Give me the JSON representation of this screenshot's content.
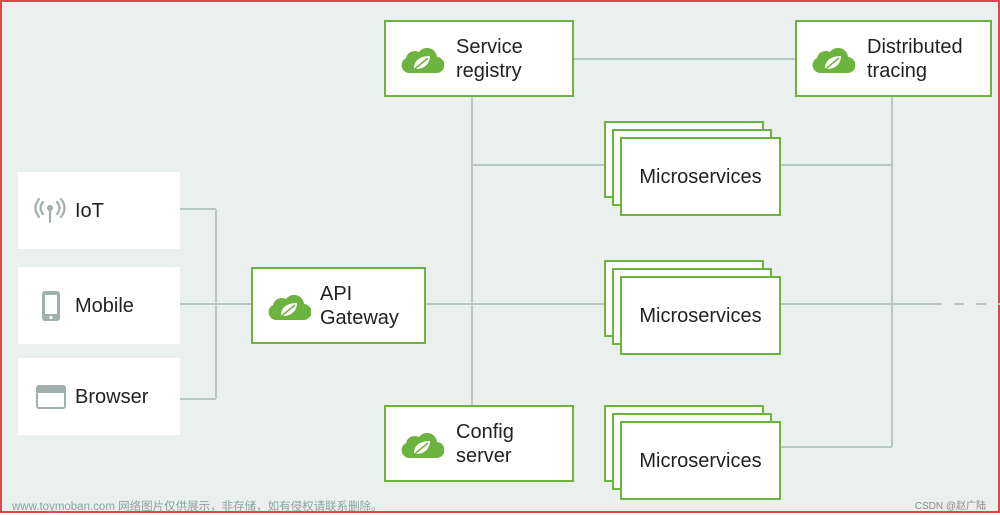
{
  "colors": {
    "background": "#e9f0ee",
    "frame": "#e0474c",
    "accent_green": "#6db33f",
    "connector": "#b6c8c5",
    "icon_gray": "#9fb0ad"
  },
  "clients": [
    {
      "label": "IoT",
      "icon": "antenna-icon"
    },
    {
      "label": "Mobile",
      "icon": "mobile-phone-icon"
    },
    {
      "label": "Browser",
      "icon": "browser-window-icon"
    }
  ],
  "api_gateway": {
    "label": "API\nGateway",
    "icon": "spring-cloud-icon"
  },
  "service_registry": {
    "label": "Service\nregistry",
    "icon": "spring-cloud-icon"
  },
  "config_server": {
    "label": "Config\nserver",
    "icon": "spring-cloud-icon"
  },
  "distributed_tracing": {
    "label": "Distributed\ntracing",
    "icon": "spring-cloud-icon"
  },
  "microservices": [
    {
      "label": "Microservices"
    },
    {
      "label": "Microservices"
    },
    {
      "label": "Microservices"
    }
  ],
  "watermark": "www.toymoban.com 网络图片仅供展示，非存储，如有侵权请联系删除。",
  "credit": "CSDN @赵广陆"
}
